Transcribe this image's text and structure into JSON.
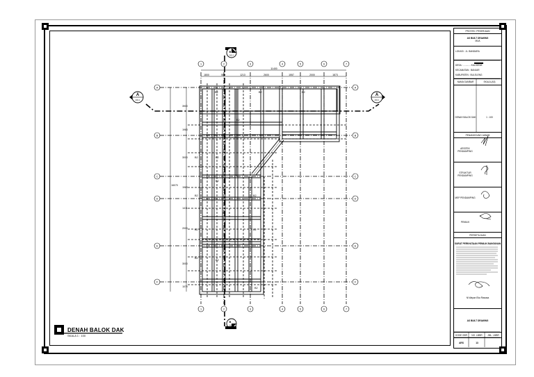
{
  "drawing": {
    "title": "DENAH BALOK DAK",
    "scale": "SKALA 1 : 100"
  },
  "grid": {
    "cols": [
      "1",
      "2",
      "3",
      "4",
      "5",
      "6",
      "7"
    ],
    "rows": [
      "A",
      "B",
      "C",
      "D",
      "E",
      "F"
    ],
    "overall_width": "11400",
    "overall_height": "16070",
    "dims_top": [
      "1800",
      "587",
      "1213",
      "2600",
      "1557",
      "2000",
      "1873"
    ],
    "dims_left": [
      "3900",
      "1963",
      "3000",
      "1963",
      "1411",
      "2000",
      "3000",
      "1070"
    ]
  },
  "section_marks": {
    "left": {
      "letter": "A",
      "ref": "A01.1"
    },
    "right": {
      "letter": "A",
      "ref": "A01.1"
    },
    "top": {
      "letter": "B",
      "ref": "A01.2"
    },
    "bottom": {
      "letter": "B",
      "ref": "A01.2"
    }
  },
  "beam_labels": [
    "B2",
    "B2",
    "B2",
    "B2",
    "B2",
    "B2",
    "B2",
    "B2",
    "B2",
    "B2",
    "B2",
    "B2",
    "B2",
    "B2",
    "B2"
  ],
  "title_block": {
    "header": "PROYEK / PEKERJAAN",
    "project": "AS BUILT DRAWING",
    "project_sub": "MUA",
    "location_label": "LOKASI : JL. BANDARA",
    "desa": "DESA : ............ KALIGENE",
    "kecamatan": "KECAMATAN : BANJAR",
    "kabupaten": "KABUPATEN : BULELENG",
    "col_name": "NAMA GAMBAR",
    "col_scale": "SKALA (A3)",
    "drawing_name": "DENAH BALOK DAK",
    "drawing_scale": "1 : 100",
    "approval_header": "PENANGGUNG JAWAB",
    "arsitek": "ARSITEK PENDAMPING",
    "struktur": "STRUKTUR PENDAMPING",
    "mep": "MEP PENDAMPING",
    "pemilik": "PEMILIK",
    "persetujuan": "PERSETUJUAN",
    "statement_header": "SURAT PERNYATAAN PEMILIK BANGUNAN",
    "signer": "Ni Wayan Eka Rawasa",
    "footer_title": "AS BUILT DRAWING",
    "kode_label": "KODE GBR",
    "no_label": "NO. LMBR",
    "jml_label": "JML. LMBR",
    "kode_value": "ARS",
    "no_value": "13"
  }
}
